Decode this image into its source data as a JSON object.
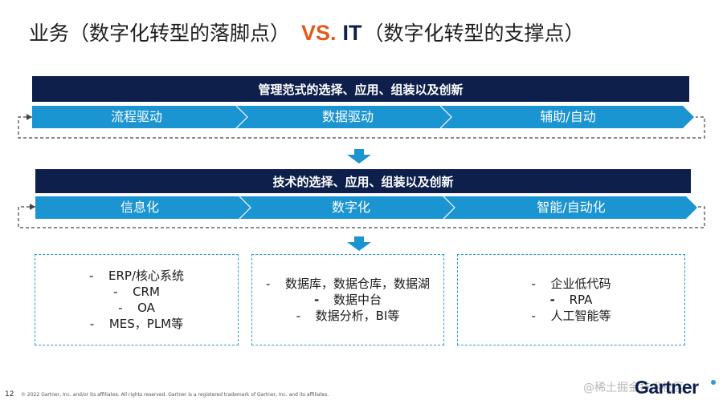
{
  "title": {
    "left": "业务（数字化转型的落脚点）",
    "vs": "VS.",
    "it": "IT",
    "right": "（数字化转型的支撑点）"
  },
  "section1": {
    "header": "管理范式的选择、应用、组装以及创新",
    "segments": [
      "流程驱动",
      "数据驱动",
      "辅助/自动"
    ]
  },
  "section2": {
    "header": "技术的选择、应用、组装以及创新",
    "segments": [
      "信息化",
      "数字化",
      "智能/自动化"
    ]
  },
  "boxes": [
    {
      "lines": [
        {
          "dash": "-",
          "text": "ERP/核心系统",
          "bold_dash": false
        },
        {
          "dash": "-",
          "text": "CRM",
          "bold_dash": false
        },
        {
          "dash": "-",
          "text": "OA",
          "bold_dash": false
        },
        {
          "dash": "-",
          "text": "MES，PLM等",
          "bold_dash": false
        }
      ]
    },
    {
      "lines": [
        {
          "dash": "-",
          "text": "数据库，数据仓库，数据湖",
          "bold_dash": false
        },
        {
          "dash": "-",
          "text": "数据中台",
          "bold_dash": true
        },
        {
          "dash": "-",
          "text": "数据分析，BI等",
          "bold_dash": false
        }
      ]
    },
    {
      "lines": [
        {
          "dash": "-",
          "text": "企业低代码",
          "bold_dash": false
        },
        {
          "dash": "-",
          "text": "RPA",
          "bold_dash": true
        },
        {
          "dash": "-",
          "text": "人工智能等",
          "bold_dash": false
        }
      ]
    }
  ],
  "footer": {
    "page_number": "12",
    "copyright": "© 2022 Gartner, Inc. and/or its affiliates. All rights reserved. Gartner is a registered trademark of Gartner, Inc. and its affiliates.",
    "watermark": "@稀土掘金技术社区",
    "brand": "Gartner"
  },
  "colors": {
    "navy": "#0d1f4a",
    "blue": "#1b94d2",
    "accent_orange": "#e35a1b"
  }
}
